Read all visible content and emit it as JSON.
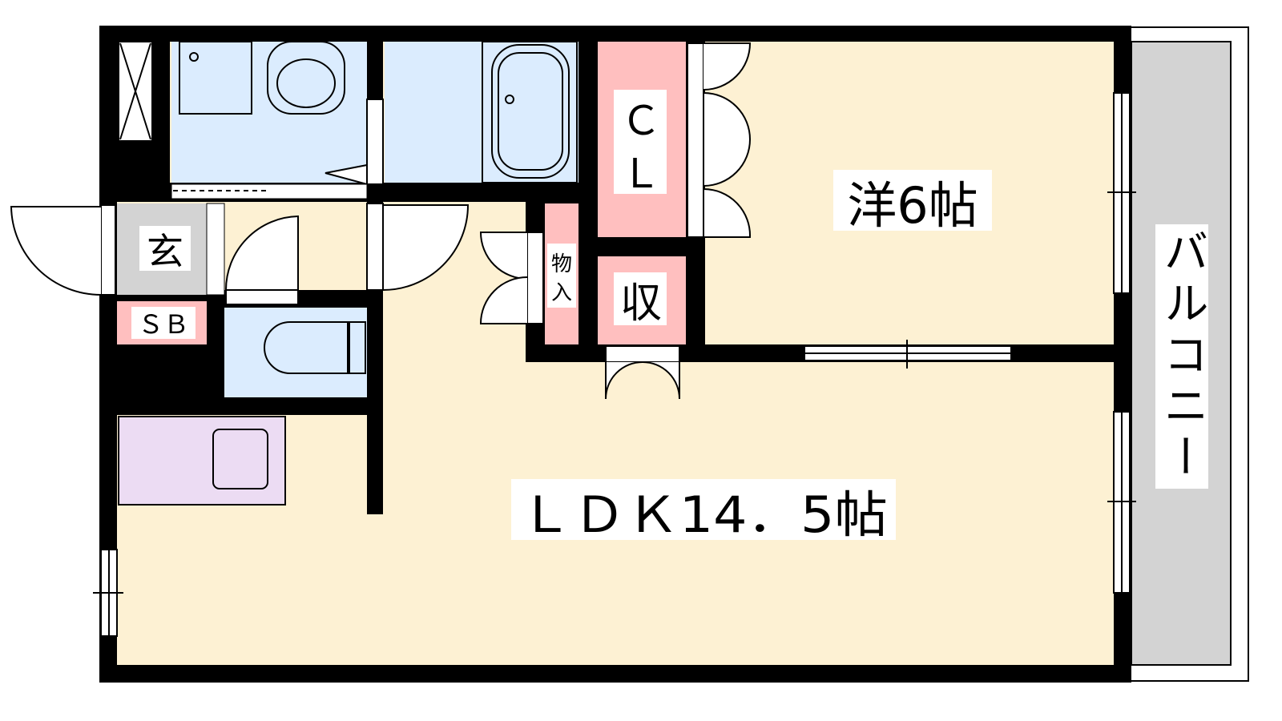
{
  "rooms": {
    "western_room": "洋6帖",
    "ldk": "ＬＤＫ14．5帖",
    "closet": "ＣＬ",
    "closet_line1": "Ｃ",
    "closet_line2": "Ｌ",
    "storage": "収",
    "storeroom": "物入",
    "storeroom_line1": "物",
    "storeroom_line2": "入",
    "entrance": "玄",
    "shoe_box": "ＳＢ",
    "balcony": "バルコニー",
    "balcony_chars": [
      "バ",
      "ル",
      "コ",
      "ニ",
      "ー"
    ]
  },
  "colors": {
    "floor": "#fdf1d3",
    "wet_area": "#dbecfe",
    "storage": "#ffbfbf",
    "entrance": "#d3d3d3",
    "kitchen": "#ecdcf3",
    "balcony": "#d3d3d3",
    "wall": "#000000"
  }
}
